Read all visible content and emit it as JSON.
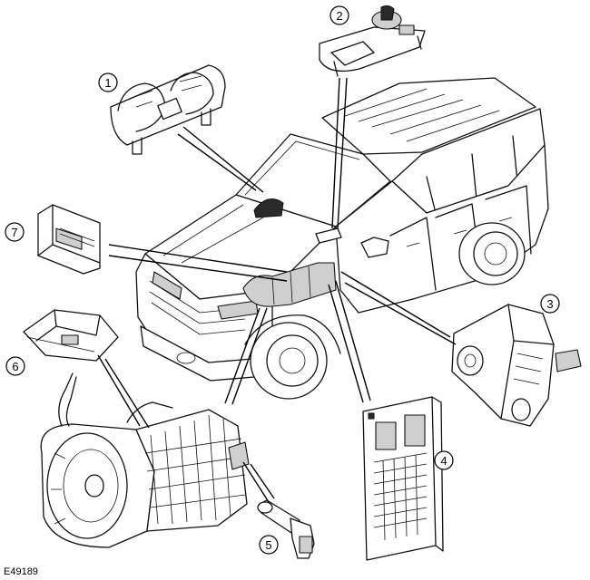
{
  "figure_code": "E49189",
  "callouts": [
    {
      "id": "1",
      "text": "1"
    },
    {
      "id": "2",
      "text": "2"
    },
    {
      "id": "3",
      "text": "3"
    },
    {
      "id": "4",
      "text": "4"
    },
    {
      "id": "5",
      "text": "5"
    },
    {
      "id": "6",
      "text": "6"
    },
    {
      "id": "7",
      "text": "7"
    }
  ]
}
